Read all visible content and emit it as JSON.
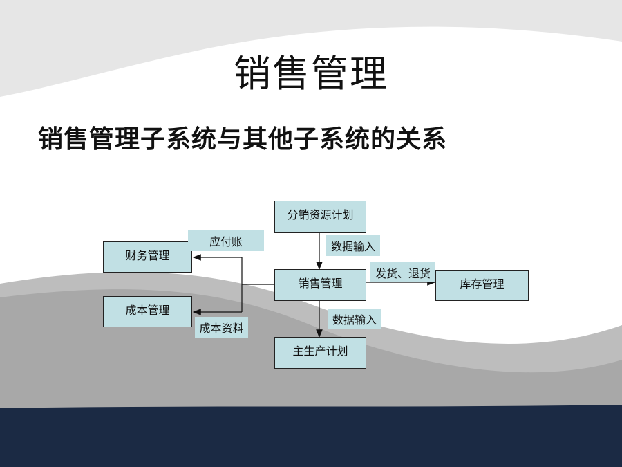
{
  "slide": {
    "title": "销售管理",
    "subtitle": "销售管理子系统与其他子系统的关系"
  },
  "diagram": {
    "nodes": {
      "distribution": "分销资源计划",
      "sales": "销售管理",
      "finance": "财务管理",
      "cost": "成本管理",
      "inventory": "库存管理",
      "production": "主生产计划"
    },
    "edge_labels": {
      "payable": "应付账",
      "cost_data": "成本资料",
      "data_input_top": "数据输入",
      "data_input_bottom": "数据输入",
      "ship_return": "发货、退货"
    }
  },
  "colors": {
    "box_fill": "#c1e0e4",
    "navy_band": "#1b2a44",
    "gray_band": "#bdbdbd"
  }
}
